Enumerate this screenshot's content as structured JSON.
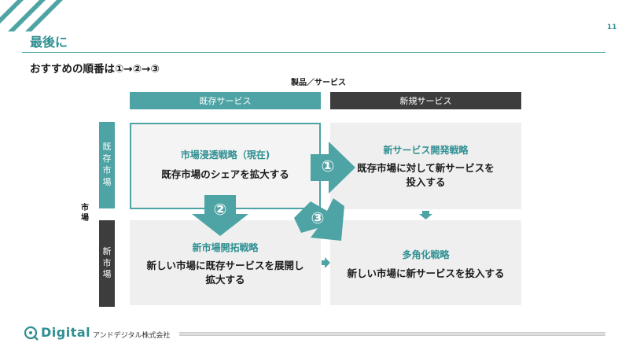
{
  "slide": {
    "title": "最後に",
    "page_number": "11",
    "subtitle": "おすすめの順番は①→②→③"
  },
  "matrix": {
    "top_axis_label": "製品／サービス",
    "left_axis_label": "市場",
    "columns": [
      {
        "label": "既存サービス"
      },
      {
        "label": "新規サービス"
      }
    ],
    "rows": [
      {
        "label": "既存市場"
      },
      {
        "label": "新市場"
      }
    ],
    "cells": {
      "top_left": {
        "title": "市場浸透戦略（現在)",
        "description": "既存市場のシェアを拡大する"
      },
      "top_right": {
        "title": "新サービス開発戦略",
        "description": "既存市場に対して新サービスを\n投入する"
      },
      "bottom_left": {
        "title": "新市場開拓戦略",
        "description": "新しい市場に既存サービスを展開し\n拡大する"
      },
      "bottom_right": {
        "title": "多角化戦略",
        "description": "新しい市場に新サービスを投入する"
      }
    },
    "arrows": [
      {
        "number": "①"
      },
      {
        "number": "②"
      },
      {
        "number": "③"
      }
    ]
  },
  "footer": {
    "logo_text": "Digital",
    "company": "アンドデジタル株式会社"
  },
  "colors": {
    "accent": "#4ea3a5",
    "dark": "#3d3d3d",
    "cell_bg": "#efefef"
  }
}
